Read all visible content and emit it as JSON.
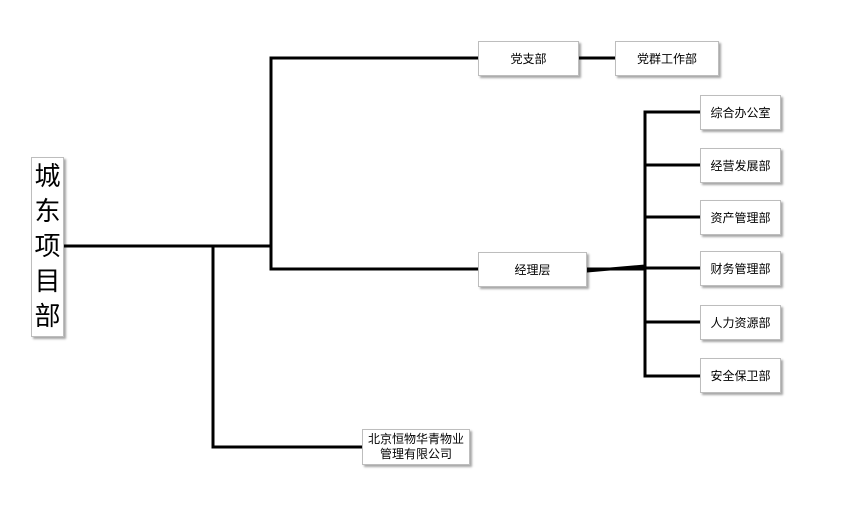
{
  "diagram": {
    "root": {
      "chars": [
        "城",
        "东",
        "项",
        "目",
        "部"
      ]
    },
    "party_branch": "党支部",
    "mass_work_dept": "党群工作部",
    "management": "经理层",
    "departments": [
      "综合办公室",
      "经营发展部",
      "资产管理部",
      "财务管理部",
      "人力资源部",
      "安全保卫部"
    ],
    "company": {
      "line1": "北京恒物华青物业",
      "line2": "管理有限公司"
    },
    "colors": {
      "line": "#000000",
      "box_border": "#bdbdbd",
      "background": "#ffffff"
    }
  }
}
